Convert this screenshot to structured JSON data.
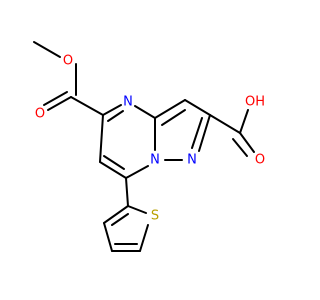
{
  "colors": {
    "carbon_bond": "#000000",
    "oxygen": "#ff0000",
    "nitrogen": "#0000ff",
    "sulfur": "#b8a000"
  },
  "atoms": {
    "ester_o_methyl": "O",
    "ester_o_carbonyl": "O",
    "pyrimidine_n4": "N",
    "bridge_n": "N",
    "pyrazole_n": "N",
    "acid_oh": "OH",
    "acid_o_carbonyl": "O",
    "thiophene_s": "S"
  }
}
